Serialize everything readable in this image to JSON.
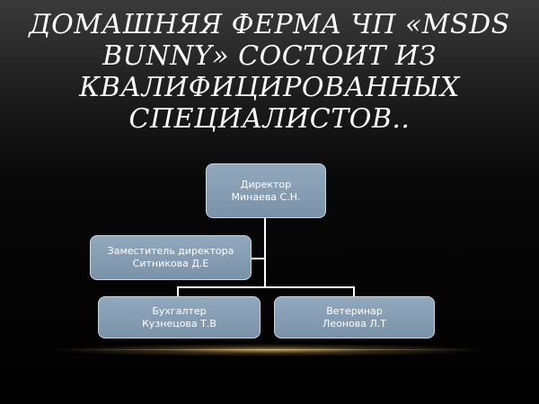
{
  "slide": {
    "title": "ДОМАШНЯЯ ФЕРМА  ЧП «MSDS BUNNY» СОСТОИТ ИЗ КВАЛИФИЦИРОВАННЫХ СПЕЦИАЛИСТОВ.."
  },
  "org_chart": {
    "director": {
      "role": "Директор",
      "name": "Минаева С.Н."
    },
    "deputy": {
      "role": "Заместитель директора",
      "name": "Ситникова Д.Е"
    },
    "accountant": {
      "role": "Бухгалтер",
      "name": "Кузнецова Т.В"
    },
    "veterinarian": {
      "role": "Ветеринар",
      "name": "Леонова Л.Т"
    },
    "colors": {
      "box_fill": "#869db3",
      "box_border": "#c9d6e4",
      "connector": "#ffffff",
      "text": "#ffffff"
    }
  }
}
